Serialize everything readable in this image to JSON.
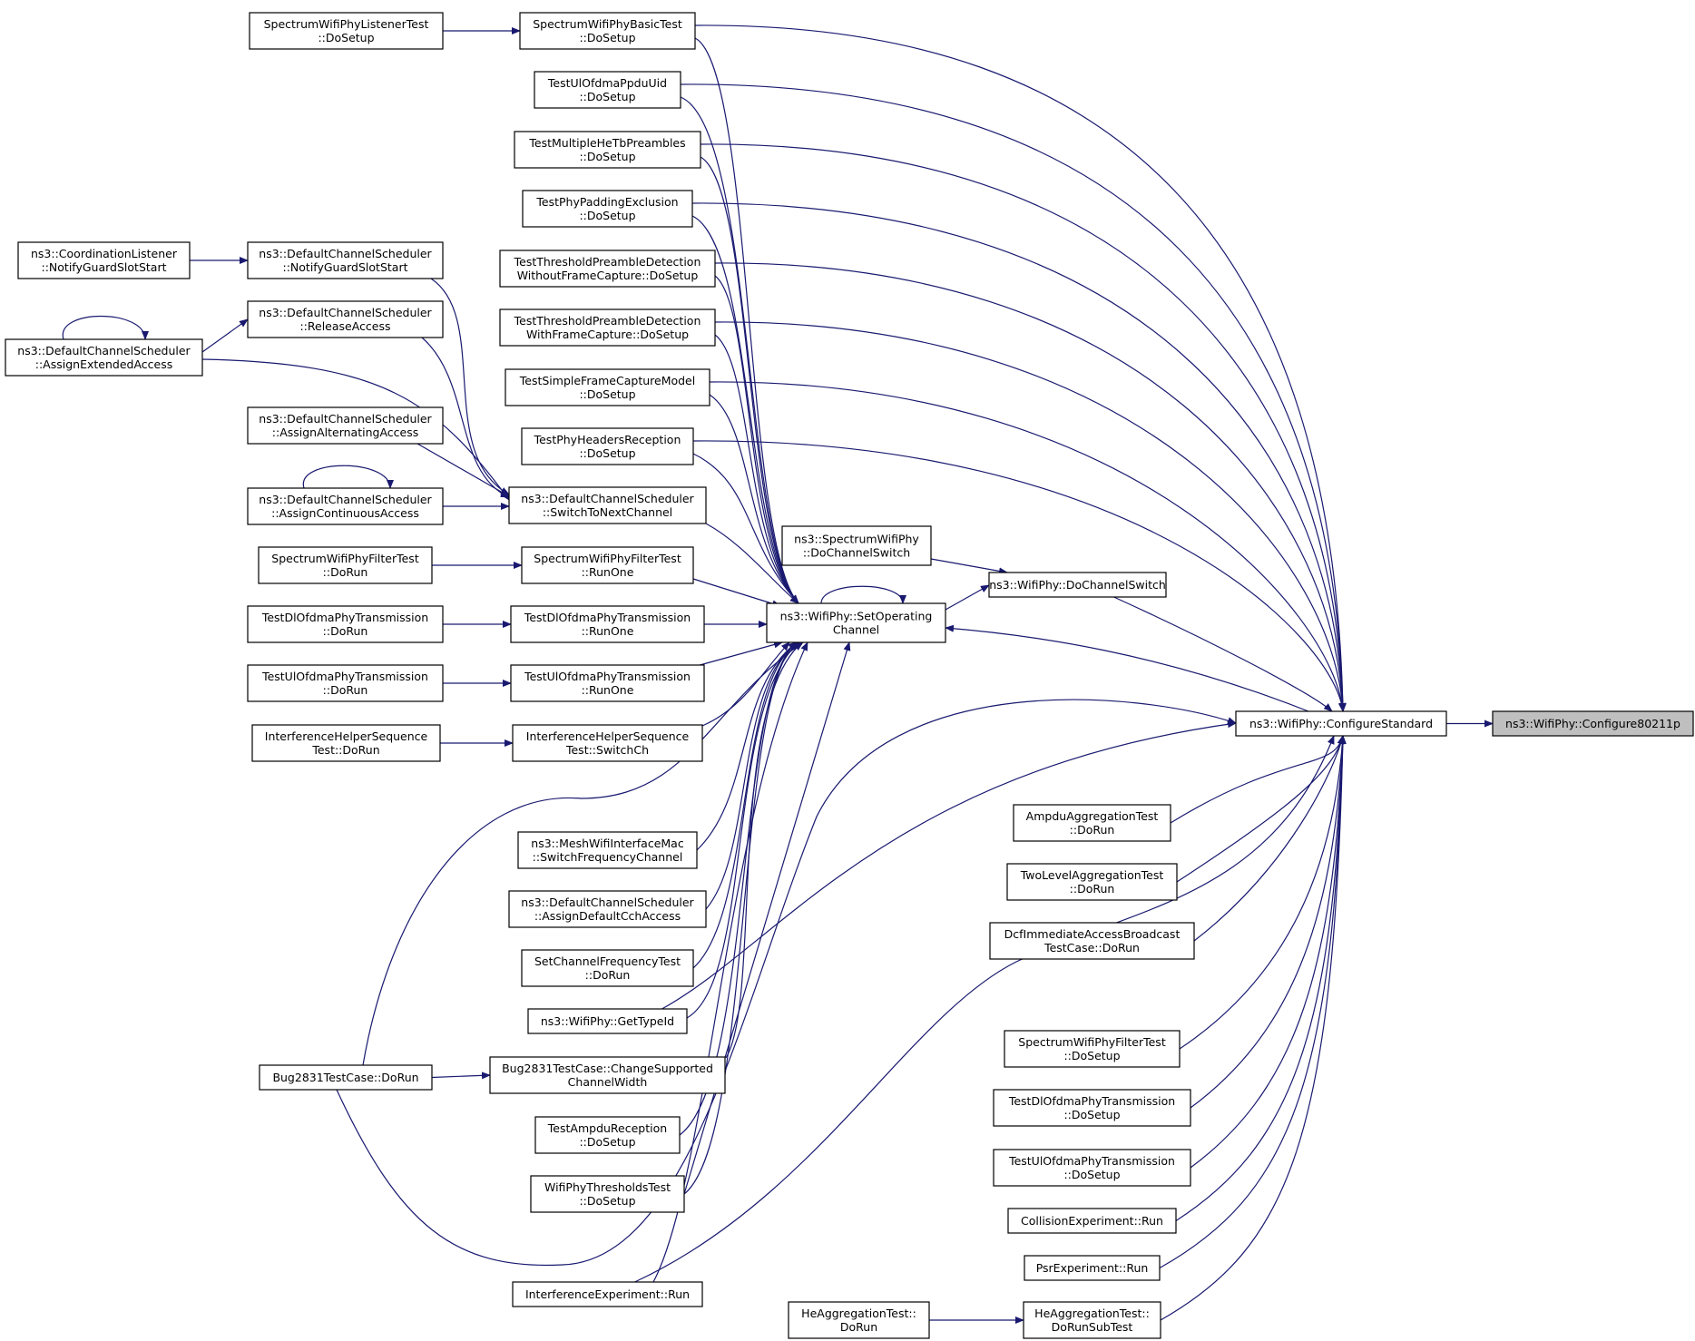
{
  "nodes": {
    "configure80211p": {
      "lines": [
        "ns3::WifiPhy::Configure80211p"
      ]
    },
    "configureStandard": {
      "lines": [
        "ns3::WifiPhy::ConfigureStandard"
      ]
    },
    "doChannelSwitch": {
      "lines": [
        "ns3::WifiPhy::DoChannelSwitch"
      ]
    },
    "setOperatingChannel": {
      "lines": [
        "ns3::WifiPhy::SetOperating",
        "Channel"
      ]
    },
    "spectrumDoChannelSwitch": {
      "lines": [
        "ns3::SpectrumWifiPhy",
        "::DoChannelSwitch"
      ]
    },
    "spectrumBasicDoSetup": {
      "lines": [
        "SpectrumWifiPhyBasicTest",
        "::DoSetup"
      ]
    },
    "spectrumListenerDoSetup": {
      "lines": [
        "SpectrumWifiPhyListenerTest",
        "::DoSetup"
      ]
    },
    "ulOfdmaPpduUidDoSetup": {
      "lines": [
        "TestUlOfdmaPpduUid",
        "::DoSetup"
      ]
    },
    "multipleHeTbDoSetup": {
      "lines": [
        "TestMultipleHeTbPreambles",
        "::DoSetup"
      ]
    },
    "phyPaddingDoSetup": {
      "lines": [
        "TestPhyPaddingExclusion",
        "::DoSetup"
      ]
    },
    "thresholdWithoutDoSetup": {
      "lines": [
        "TestThresholdPreambleDetection",
        "WithoutFrameCapture::DoSetup"
      ]
    },
    "thresholdWithDoSetup": {
      "lines": [
        "TestThresholdPreambleDetection",
        "WithFrameCapture::DoSetup"
      ]
    },
    "simpleFrameCaptureDoSetup": {
      "lines": [
        "TestSimpleFrameCaptureModel",
        "::DoSetup"
      ]
    },
    "phyHeadersDoSetup": {
      "lines": [
        "TestPhyHeadersReception",
        "::DoSetup"
      ]
    },
    "switchToNextChannel": {
      "lines": [
        "ns3::DefaultChannelScheduler",
        "::SwitchToNextChannel"
      ]
    },
    "notifyGuardSlotStart": {
      "lines": [
        "ns3::DefaultChannelScheduler",
        "::NotifyGuardSlotStart"
      ]
    },
    "coordinationListener": {
      "lines": [
        "ns3::CoordinationListener",
        "::NotifyGuardSlotStart"
      ]
    },
    "releaseAccess": {
      "lines": [
        "ns3::DefaultChannelScheduler",
        "::ReleaseAccess"
      ]
    },
    "assignExtendedAccess": {
      "lines": [
        "ns3::DefaultChannelScheduler",
        "::AssignExtendedAccess"
      ]
    },
    "assignAlternatingAccess": {
      "lines": [
        "ns3::DefaultChannelScheduler",
        "::AssignAlternatingAccess"
      ]
    },
    "assignContinuousAccess": {
      "lines": [
        "ns3::DefaultChannelScheduler",
        "::AssignContinuousAccess"
      ]
    },
    "filterRunOne": {
      "lines": [
        "SpectrumWifiPhyFilterTest",
        "::RunOne"
      ]
    },
    "filterDoRunLeft": {
      "lines": [
        "SpectrumWifiPhyFilterTest",
        "::DoRun"
      ]
    },
    "dlOfdmaRunOne": {
      "lines": [
        "TestDlOfdmaPhyTransmission",
        "::RunOne"
      ]
    },
    "dlOfdmaDoRunLeft": {
      "lines": [
        "TestDlOfdmaPhyTransmission",
        "::DoRun"
      ]
    },
    "ulOfdmaRunOne": {
      "lines": [
        "TestUlOfdmaPhyTransmission",
        "::RunOne"
      ]
    },
    "ulOfdmaDoRunLeft": {
      "lines": [
        "TestUlOfdmaPhyTransmission",
        "::DoRun"
      ]
    },
    "interferenceSwitchCh": {
      "lines": [
        "InterferenceHelperSequence",
        "Test::SwitchCh"
      ]
    },
    "interferenceDoRun": {
      "lines": [
        "InterferenceHelperSequence",
        "Test::DoRun"
      ]
    },
    "meshSwitchFrequency": {
      "lines": [
        "ns3::MeshWifiInterfaceMac",
        "::SwitchFrequencyChannel"
      ]
    },
    "assignDefaultCch": {
      "lines": [
        "ns3::DefaultChannelScheduler",
        "::AssignDefaultCchAccess"
      ]
    },
    "setChannelFrequencyDoRun": {
      "lines": [
        "SetChannelFrequencyTest",
        "::DoRun"
      ]
    },
    "getTypeId": {
      "lines": [
        "ns3::WifiPhy::GetTypeId"
      ]
    },
    "bug2831ChangeWidth": {
      "lines": [
        "Bug2831TestCase::ChangeSupported",
        "ChannelWidth"
      ]
    },
    "bug2831DoRun": {
      "lines": [
        "Bug2831TestCase::DoRun"
      ]
    },
    "ampduReceptionDoSetup": {
      "lines": [
        "TestAmpduReception",
        "::DoSetup"
      ]
    },
    "thresholdsDoSetup": {
      "lines": [
        "WifiPhyThresholdsTest",
        "::DoSetup"
      ]
    },
    "interferenceExperimentRun": {
      "lines": [
        "InterferenceExperiment::Run"
      ]
    },
    "ampduAggregationDoRun": {
      "lines": [
        "AmpduAggregationTest",
        "::DoRun"
      ]
    },
    "twoLevelDoRun": {
      "lines": [
        "TwoLevelAggregationTest",
        "::DoRun"
      ]
    },
    "dcfImmediateDoRun": {
      "lines": [
        "DcfImmediateAccessBroadcast",
        "TestCase::DoRun"
      ]
    },
    "filterDoSetupRight": {
      "lines": [
        "SpectrumWifiPhyFilterTest",
        "::DoSetup"
      ]
    },
    "dlOfdmaDoSetupRight": {
      "lines": [
        "TestDlOfdmaPhyTransmission",
        "::DoSetup"
      ]
    },
    "ulOfdmaDoSetupRight": {
      "lines": [
        "TestUlOfdmaPhyTransmission",
        "::DoSetup"
      ]
    },
    "collisionRun": {
      "lines": [
        "CollisionExperiment::Run"
      ]
    },
    "psrRun": {
      "lines": [
        "PsrExperiment::Run"
      ]
    },
    "heDoRunSubTest": {
      "lines": [
        "HeAggregationTest::",
        "DoRunSubTest"
      ]
    },
    "heDoRun": {
      "lines": [
        "HeAggregationTest::",
        "DoRun"
      ]
    }
  }
}
